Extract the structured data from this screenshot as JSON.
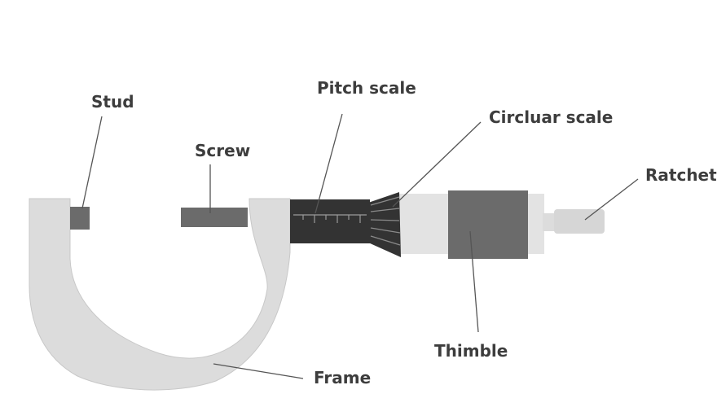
{
  "diagram": {
    "labels": {
      "stud": "Stud",
      "screw": "Screw",
      "pitch_scale": "Pitch scale",
      "circular_scale": "Circluar scale",
      "ratchet": "Ratchet",
      "thimble": "Thimble",
      "frame": "Frame"
    },
    "colors": {
      "frame": "#dcdcdc",
      "frame_stroke": "#c8c8c8",
      "dark_part": "#6b6b6b",
      "sleeve": "#333333",
      "sleeve_ticks": "#9a9a9a",
      "barrel": "#e3e3e3",
      "leader_line": "#555555",
      "text": "#3d3d3d"
    }
  }
}
